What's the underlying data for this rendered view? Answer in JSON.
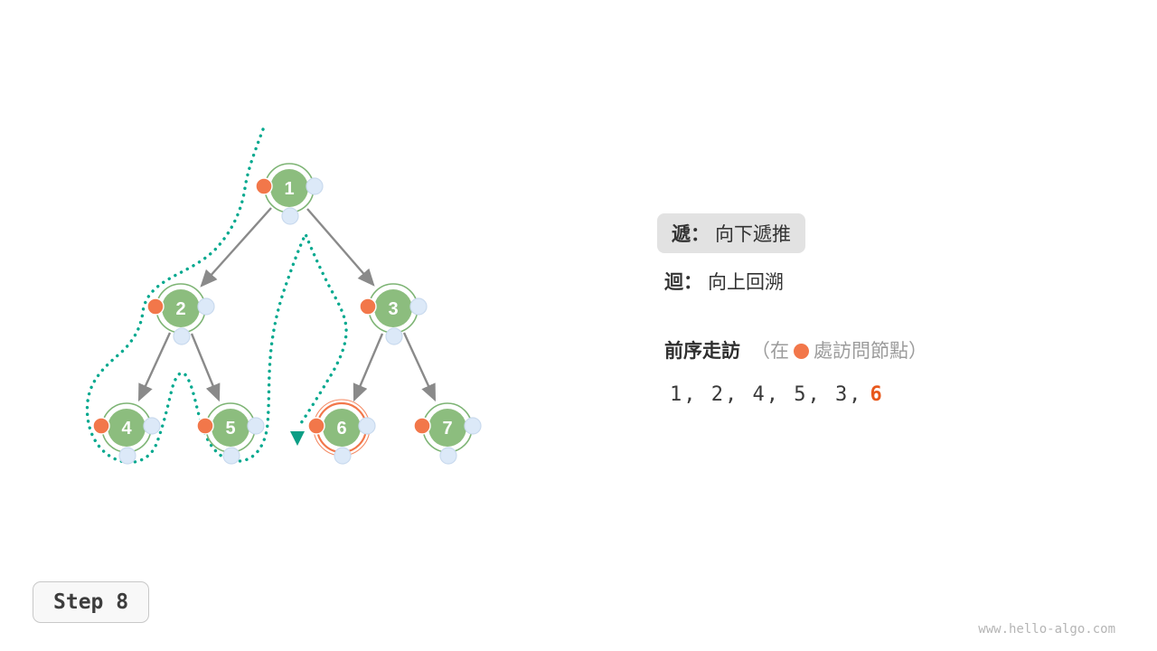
{
  "tree": {
    "nodes": [
      {
        "label": "1"
      },
      {
        "label": "2"
      },
      {
        "label": "3"
      },
      {
        "label": "4"
      },
      {
        "label": "5"
      },
      {
        "label": "6"
      },
      {
        "label": "7"
      }
    ],
    "edges": [
      [
        "1",
        "2"
      ],
      [
        "1",
        "3"
      ],
      [
        "2",
        "4"
      ],
      [
        "2",
        "5"
      ],
      [
        "3",
        "6"
      ],
      [
        "3",
        "7"
      ]
    ],
    "current_node": "6",
    "visited_order": [
      "1",
      "2",
      "4",
      "5",
      "3",
      "6"
    ]
  },
  "legend": {
    "recurse": {
      "keyword": "遞：",
      "text": "向下遞推"
    },
    "backtrack": {
      "keyword": "迴：",
      "text": "向上回溯"
    },
    "traversal": {
      "title": "前序走訪",
      "note_prefix": "（在",
      "note_suffix": "處訪問節點）"
    },
    "sequence": {
      "visited": "1, 2, 4, 5, 3,",
      "current": "6"
    }
  },
  "step": {
    "label": "Step 8"
  },
  "watermark": "www.hello-algo.com",
  "colors": {
    "node_green": "#8cbd7e",
    "ring_green": "#7db474",
    "visit_orange": "#f2774a",
    "slot_blue": "#dce9f8",
    "path_teal": "#00a88e",
    "edge_gray": "#8a8a8a",
    "current_orange": "#e8581c"
  }
}
